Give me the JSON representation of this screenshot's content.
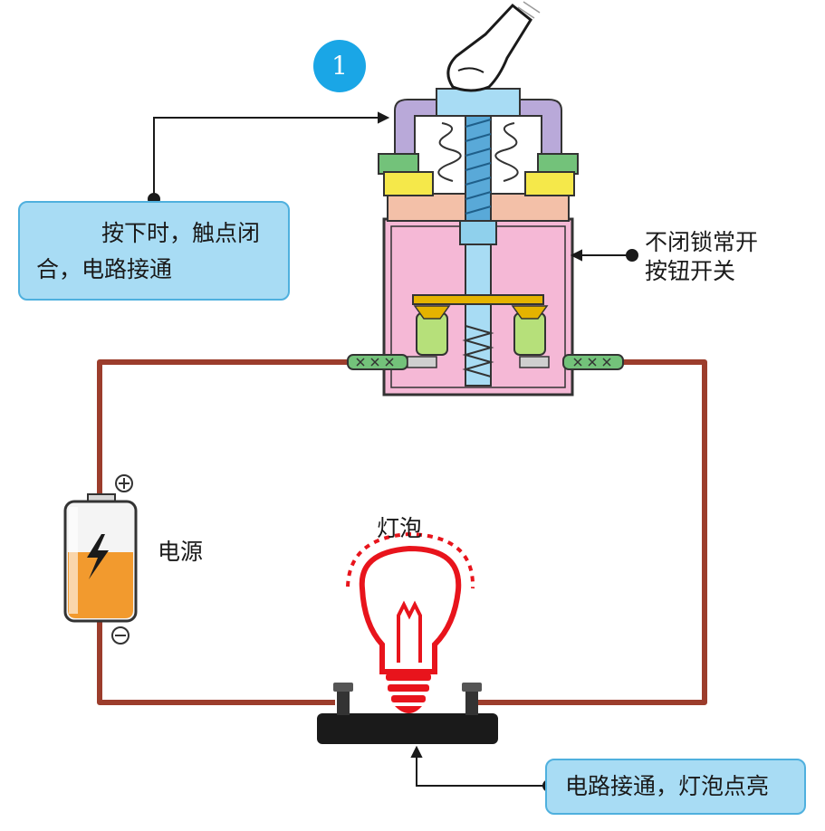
{
  "step_number": "1",
  "callouts": {
    "press_line1": "按下时，触点闭",
    "press_line2": "合，电路接通",
    "bulb": "电路接通，灯泡点亮"
  },
  "labels": {
    "switch_line1": "不闭锁常开",
    "switch_line2": "按钮开关",
    "power": "电源",
    "bulb": "灯泡"
  },
  "colors": {
    "wire": "#9c3d2c",
    "callout_fill": "#a8dcf4",
    "callout_border": "#4fb0de",
    "badge": "#1aa6e6",
    "bulb": "#e8141c",
    "switch_body": "#f5b8d6",
    "cap": "#b9a9d9",
    "battery_charge": "#f29a2e"
  },
  "icons": {
    "finger": "finger-icon",
    "battery": "battery-icon",
    "lightning": "lightning-icon",
    "bulb": "light-bulb-icon",
    "plus": "plus-terminal-icon",
    "minus": "minus-terminal-icon"
  }
}
